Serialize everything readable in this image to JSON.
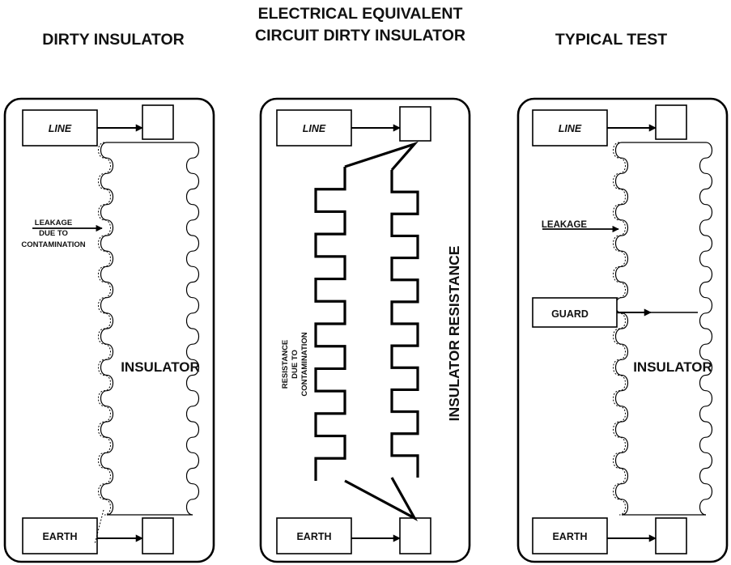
{
  "titles": {
    "dirty": "DIRTY INSULATOR",
    "equiv_line1": "ELECTRICAL EQUIVALENT",
    "equiv_line2": "CIRCUIT DIRTY INSULATOR",
    "test": "TYPICAL TEST"
  },
  "panels": {
    "dirty": {
      "line": "LINE",
      "earth": "EARTH",
      "leakage_lines": [
        "LEAKAGE",
        "DUE TO",
        "CONTAMINATION"
      ],
      "insulator": "INSULATOR"
    },
    "equivalent": {
      "line": "LINE",
      "earth": "EARTH",
      "resistance_lines": [
        "RESISTANCE",
        "DUE TO",
        "CONTAMINATION"
      ],
      "insulator_resistance": "INSULATOR RESISTANCE"
    },
    "test": {
      "line": "LINE",
      "earth": "EARTH",
      "leakage": "LEAKAGE",
      "guard": "GUARD",
      "insulator": "INSULATOR"
    }
  }
}
